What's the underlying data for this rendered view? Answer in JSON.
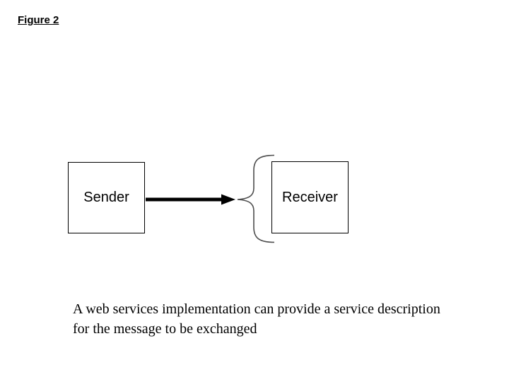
{
  "figure": {
    "label": "Figure 2"
  },
  "diagram": {
    "sender_label": "Sender",
    "receiver_label": "Receiver",
    "connector_icon": "arrow-right-icon",
    "grouping_icon": "left-curly-brace-icon"
  },
  "caption": {
    "text": "A web services implementation can provide a service description for the message to be exchanged"
  },
  "colors": {
    "background": "#ffffff",
    "text": "#000000",
    "box_border": "#000000",
    "arrow": "#000000",
    "brace": "#4d4d4d"
  }
}
